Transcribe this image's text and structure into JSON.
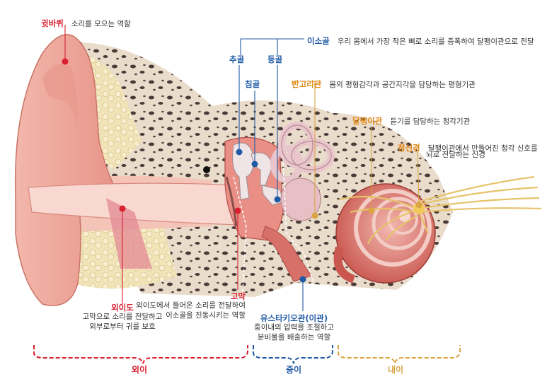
{
  "colors": {
    "outer": "#d8202f",
    "middle": "#1f5aa6",
    "inner": "#d9a441",
    "skin": "#f0b4a8",
    "bone": "#e9d8c4",
    "canal": "#f7d0c8"
  },
  "labels": {
    "pinna": {
      "title": "귓바퀴",
      "desc": "소리를 모으는 역할"
    },
    "ossicles": {
      "title": "이소골",
      "desc": "우리 몸에서 가장 작은 뼈로 소리를 증폭하여 달팽이관으로 전달"
    },
    "malleus": {
      "title": "추골"
    },
    "stapes": {
      "title": "등골"
    },
    "incus": {
      "title": "침골"
    },
    "canals": {
      "title": "반고리관",
      "desc": "몸의 평형감각과 공간지각을 담당하는 평형기관"
    },
    "cochlea": {
      "title": "달팽이관",
      "desc": "듣기를 담당하는 청각기관"
    },
    "nerve": {
      "title": "청신경",
      "desc1": "달팽이관에서 만들어진 청각 신호를",
      "desc2": "뇌로 전달하는 신경"
    },
    "ear_canal": {
      "title": "외이도",
      "desc1": "고막으로 소리를 전달하고",
      "desc2": "외부로부터 귀를 보호"
    },
    "eardrum": {
      "title": "고막",
      "desc1": "외이도에서 들어온 소리를 전달하여",
      "desc2": "이소골을 진동시키는 역할"
    },
    "eustachian": {
      "title": "유스타키오관(이관)",
      "desc1": "중이내의 압력을 조절하고",
      "desc2": "분비물을 배출하는 역할"
    }
  },
  "regions": {
    "outer": "외이",
    "middle": "중이",
    "inner": "내이"
  }
}
